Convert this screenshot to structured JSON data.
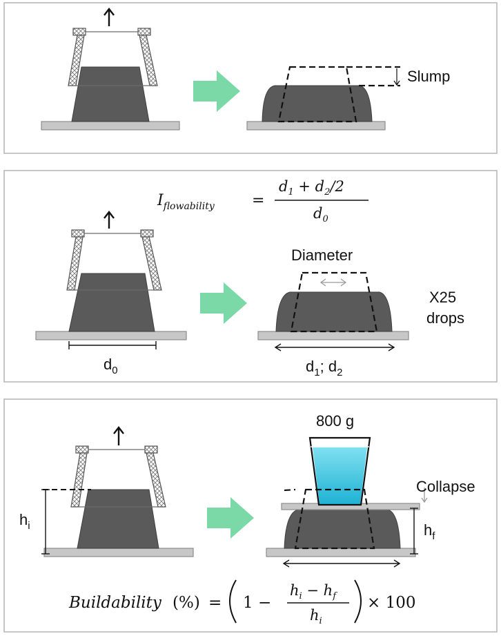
{
  "panel1": {
    "slump_label": "Slump"
  },
  "panel2": {
    "diameter_label": "Diameter",
    "drops_count": "X25",
    "drops_word": "drops",
    "d0_letter": "d",
    "d0_sub": "0",
    "d12_letter_a": "d",
    "d12_sub_a": "1",
    "d12_sep": "; ",
    "d12_letter_b": "d",
    "d12_sub_b": "2",
    "formula": {
      "lhs_I": "I",
      "lhs_sub": "flowability",
      "equals": "=",
      "numerator": "d",
      "num_sub1": "1",
      "num_plus": " + d",
      "num_sub2": "2",
      "num_div": "/2",
      "denominator": "d",
      "den_sub": "0"
    }
  },
  "panel3": {
    "weight_label": "800 g",
    "collapse_label": "Collapse",
    "hi_letter": "h",
    "hi_sub": "i",
    "hf_letter": "h",
    "hf_sub": "f",
    "formula": {
      "lhs": "Buildability",
      "pct": "(%)",
      "equals": "=",
      "one_minus": "1 −",
      "num_h1": "h",
      "num_sub1": "i",
      "num_minus": " − h",
      "num_sub2": "f",
      "den_h": "h",
      "den_sub": "i",
      "times": "× 100"
    }
  },
  "colors": {
    "concrete": "#5a5a5a",
    "base_plate": "#c7c7c7",
    "green_arrow": "#7ad9a6",
    "water": "#2fc0dc",
    "panel_border": "#b4b4b4"
  }
}
